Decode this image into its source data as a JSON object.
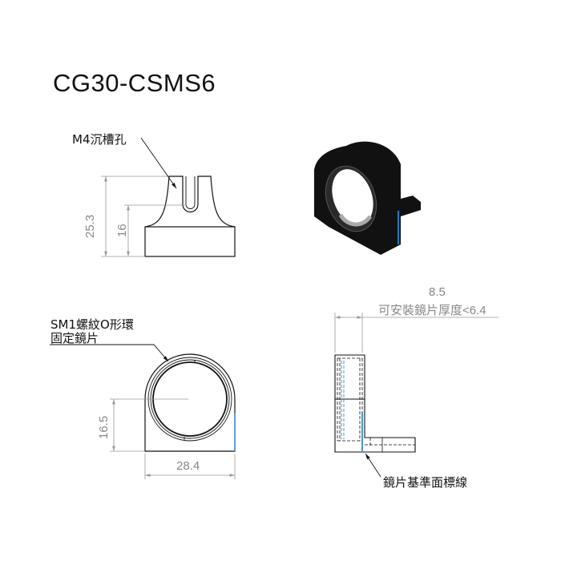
{
  "title": "CG30-CSMS6",
  "side_view": {
    "callout": "M4沉槽孔",
    "dim_total_height": "25.3",
    "dim_slot_height": "16"
  },
  "front_view": {
    "callout_line1": "SM1螺紋O形環",
    "callout_line2": "固定鏡片",
    "dim_center_height": "16.5",
    "dim_width": "28.4"
  },
  "right_view": {
    "dim_thickness": "8.5",
    "dim_note": "可安裝鏡片厚度<6.4",
    "callout": "鏡片基準面標線"
  },
  "colors": {
    "line": "#111111",
    "dimension": "#999999",
    "reference_line": "#1a7fc4"
  }
}
